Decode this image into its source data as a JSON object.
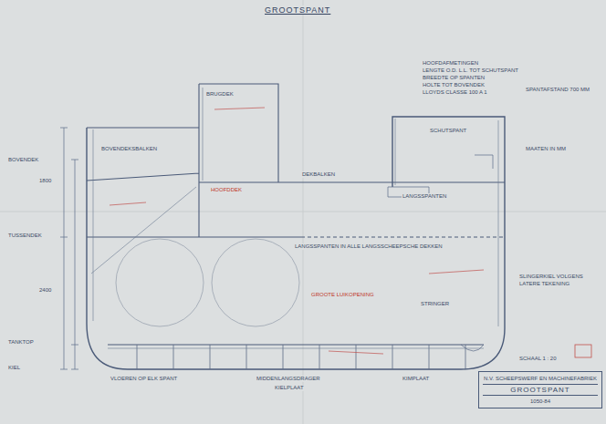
{
  "diagram": {
    "title": "GROOTSPANT",
    "nodes": [
      {
        "text": [
          "N.V. SCHEEPSWERF EN MACHINEFABRIEK",
          "GROOTSPANT",
          "1050-84"
        ]
      }
    ],
    "labels": [
      "HOOFDAFMETINGEN",
      "LENGTE O.D. L.L. TOT SCHUTSPANT",
      "BREEDTE OP SPANTEN",
      "HOLTE TOT BOVENDEK",
      "LLOYDS CLASSE 100 A 1",
      "SPANTAFSTAND 700 MM",
      "BOVENDEK",
      "TUSSENDEK",
      "TANKTOP",
      "KIEL",
      "1800",
      "2400",
      "BOVENDEKSBALKEN",
      "LANGSSPANTEN IN ALLE LANGSSCHEEPSCHE DEKKEN",
      "LANGSSPANTEN",
      "DEKBALKEN",
      "VLOEREN OP ELK SPANT",
      "MIDDENLANGSDRAGER",
      "KIELPLAAT",
      "KIMPLAAT",
      "SLINGERKIEL VOLGENS",
      "LATERE TEKENING",
      "MAATEN IN MM",
      "HOOFDDEK",
      "GROOTE LUIKOPENING",
      "STRINGER",
      "BRUGDEK",
      "SCHUTSPANT",
      "SCHAAL 1 : 20"
    ]
  }
}
